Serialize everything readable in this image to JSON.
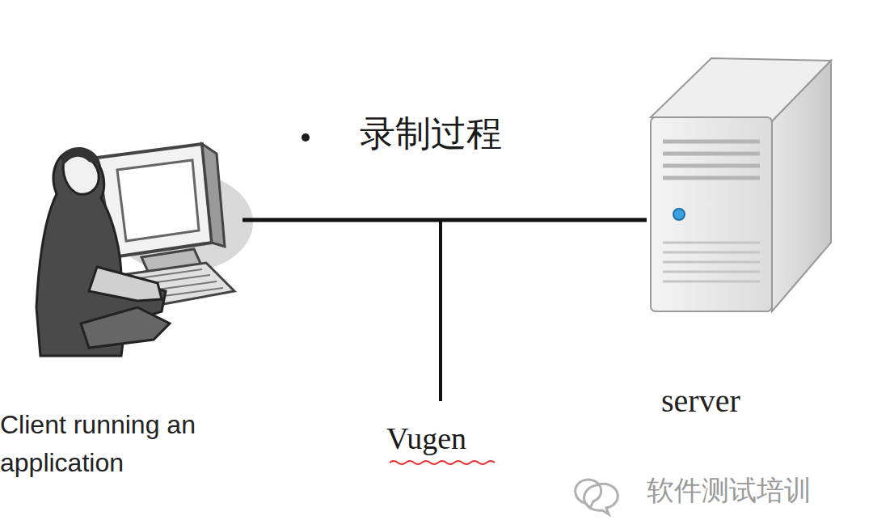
{
  "diagram": {
    "title": "录制过程",
    "nodes": [
      {
        "text": [
          "Client running an application"
        ]
      },
      {
        "text": [
          "server"
        ]
      }
    ],
    "edges": [
      {
        "from": 0,
        "to": 1,
        "arrow": "none"
      }
    ],
    "labels": [
      "Vugen",
      "软件测试培训"
    ]
  }
}
